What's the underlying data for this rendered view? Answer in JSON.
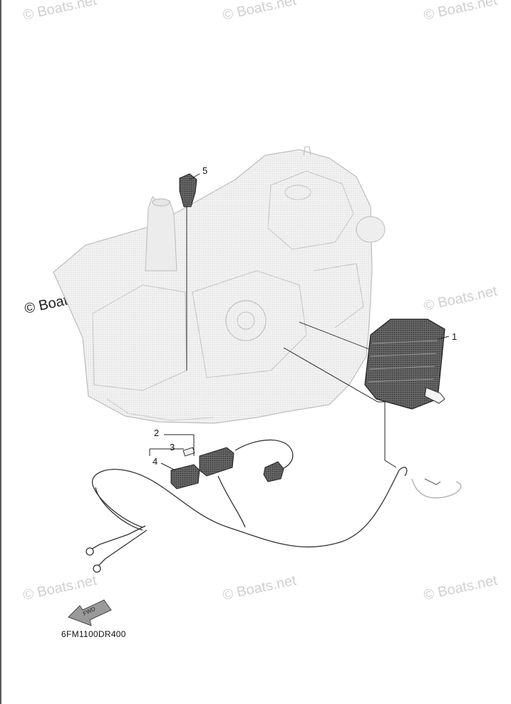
{
  "watermark": "© Boats.net",
  "callouts": {
    "c1": "1",
    "c2": "2",
    "c3": "3",
    "c4": "4",
    "c5": "5"
  },
  "direction_label": "FWD",
  "diagram_code": "6FM1100DR400"
}
